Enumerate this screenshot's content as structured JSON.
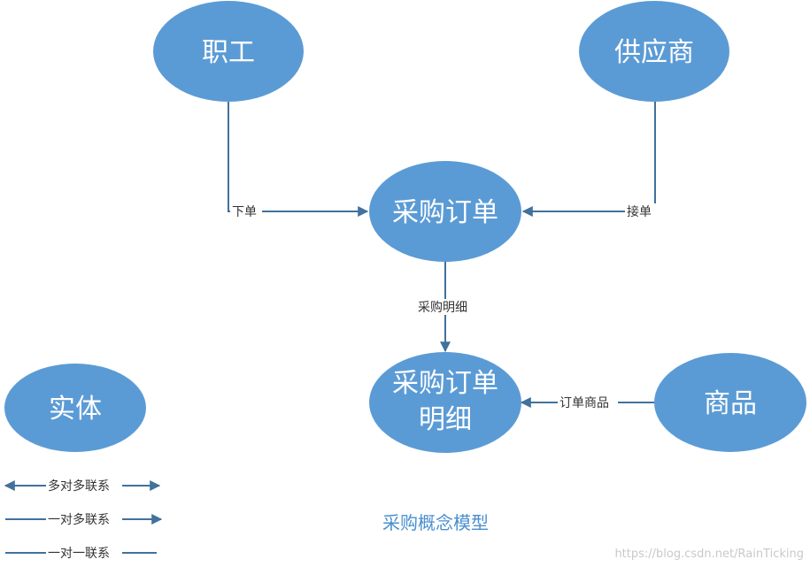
{
  "colors": {
    "node_fill": "#5b9bd5",
    "edge": "#41719c",
    "label_bg": "#ffffff",
    "caption": "#4a8fcf"
  },
  "nodes": {
    "employee": "职工",
    "supplier": "供应商",
    "purchase_order": "采购订单",
    "order_detail_line1": "采购订单",
    "order_detail_line2": "明细",
    "product": "商品",
    "entity": "实体"
  },
  "edges": {
    "place_order": "下单",
    "accept_order": "接单",
    "purchase_detail": "采购明细",
    "order_product": "订单商品"
  },
  "legend": {
    "many_to_many": "多对多联系",
    "one_to_many": "一对多联系",
    "one_to_one": "一对一联系"
  },
  "caption": "采购概念模型",
  "watermark": "https://blog.csdn.net/RainTicking"
}
